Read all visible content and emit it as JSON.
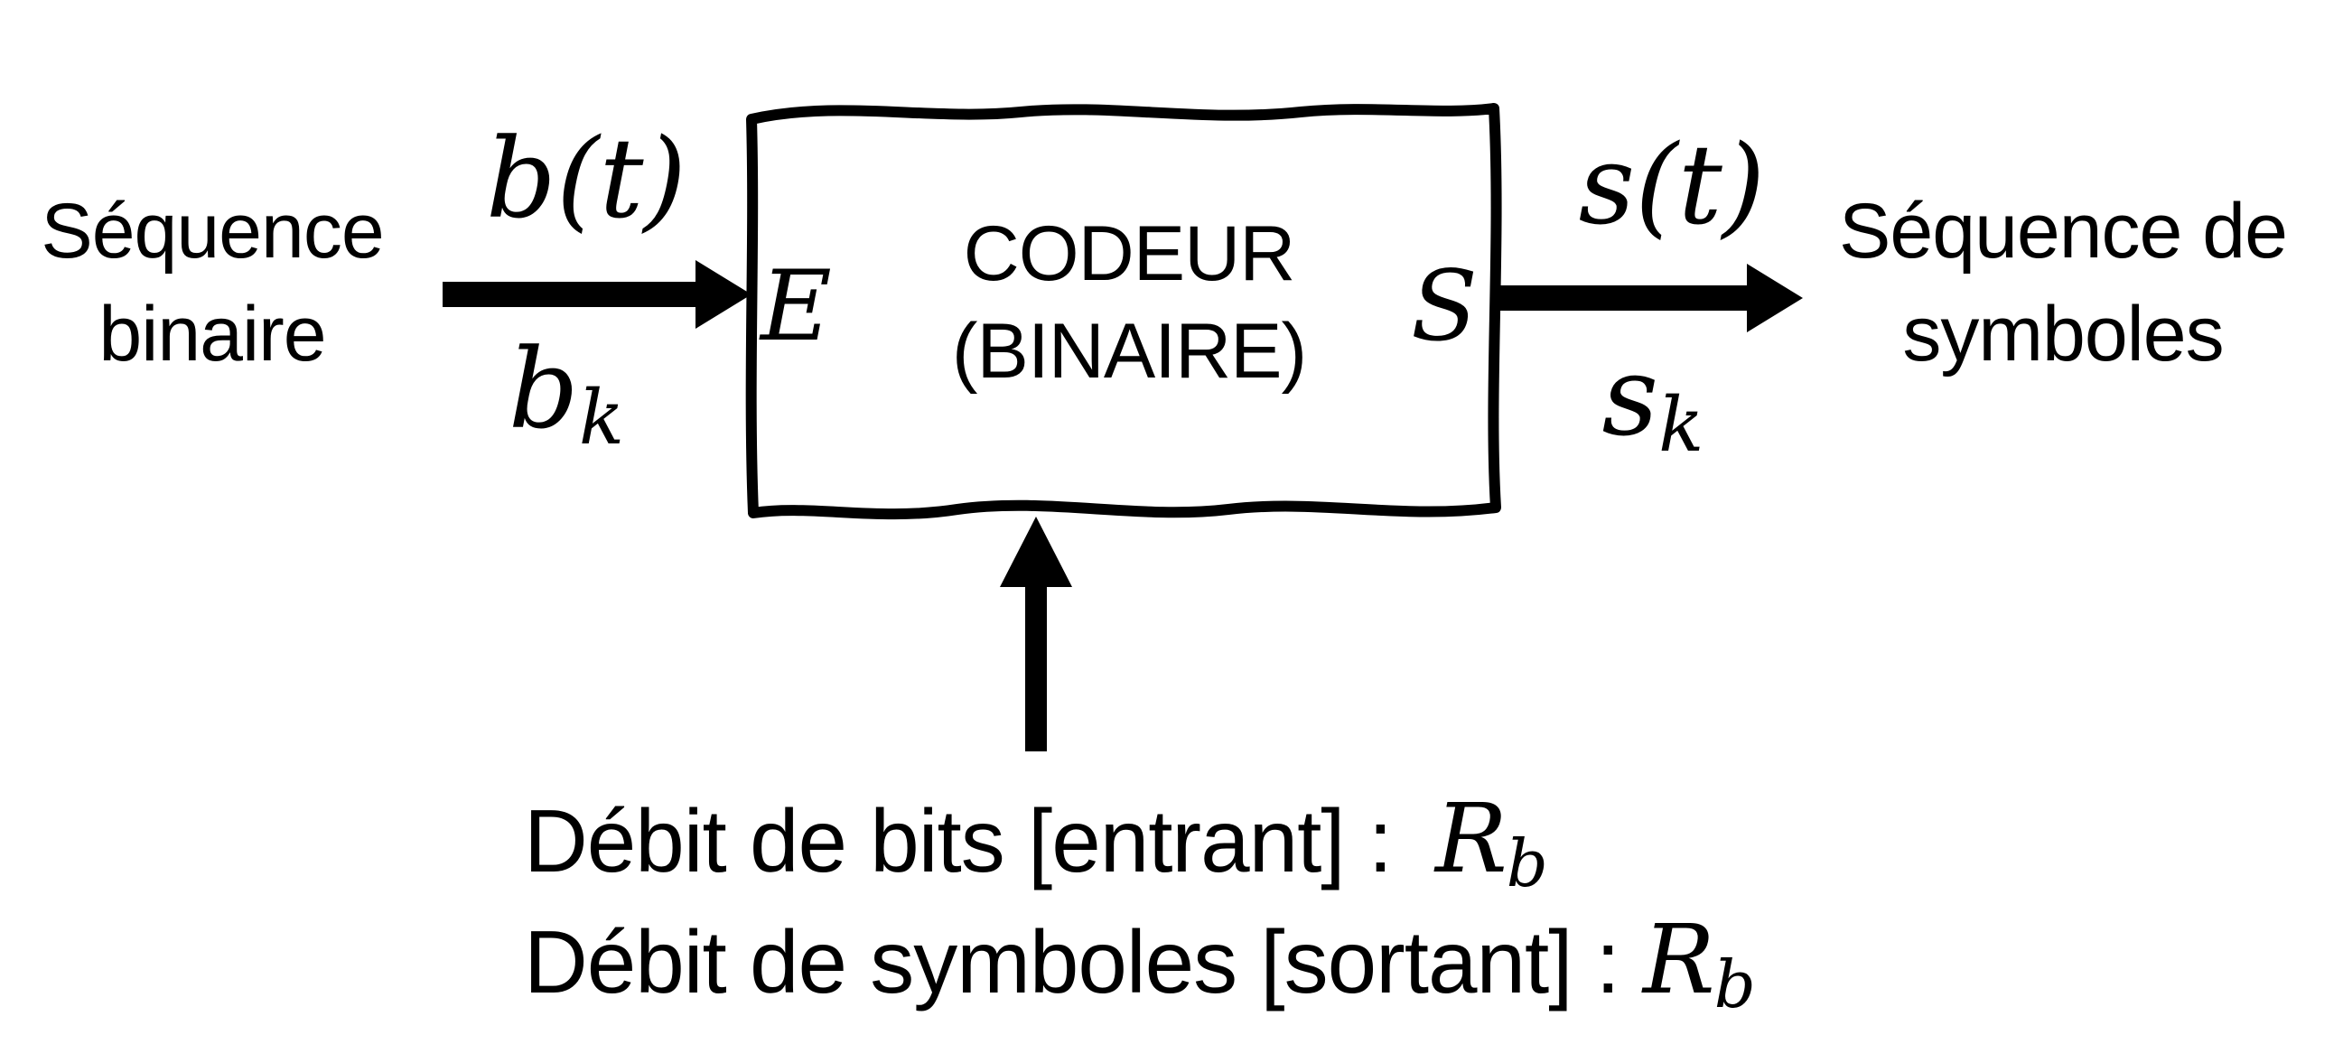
{
  "colors": {
    "ink": "#000000",
    "paper": "#ffffff"
  },
  "input": {
    "label_line1": "Séquence",
    "label_line2": "binaire",
    "signal_continuous": "b(t)",
    "signal_discrete_base": "b",
    "signal_discrete_sub": "k"
  },
  "coder": {
    "title_line1": "CODEUR",
    "title_line2": "(BINAIRE)",
    "input_port": "E",
    "output_port": "S"
  },
  "output": {
    "signal_continuous": "s(t)",
    "signal_discrete_base": "s",
    "signal_discrete_sub": "k",
    "label_line1": "Séquence de",
    "label_line2": "symboles"
  },
  "rates": {
    "bit_rate_label": "Débit de bits [entrant] :",
    "bit_rate_symbol_base": "R",
    "bit_rate_symbol_sub": "b",
    "symbol_rate_label": "Débit de symboles [sortant] :",
    "symbol_rate_symbol_base": "R",
    "symbol_rate_symbol_sub": "b"
  },
  "shapes": {
    "coder_box": "hand-drawn-rectangle",
    "input_arrow": "right-arrow",
    "output_arrow": "right-arrow",
    "rate_arrow": "up-arrow"
  }
}
